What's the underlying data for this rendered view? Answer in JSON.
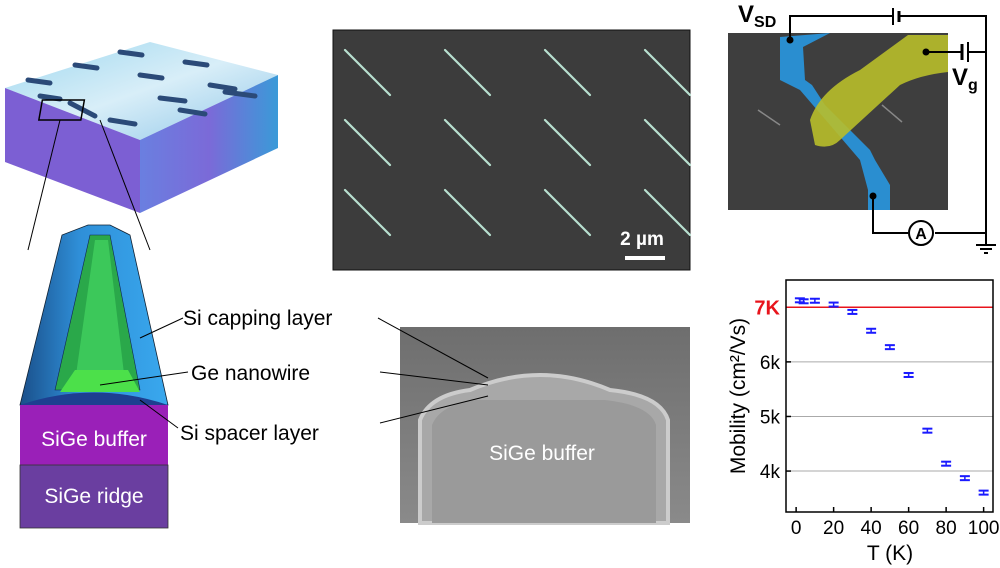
{
  "schematic": {
    "labels": {
      "capping": "Si capping layer",
      "nanowire": "Ge nanowire",
      "spacer": "Si spacer layer",
      "buffer": "SiGe buffer",
      "ridge": "SiGe ridge"
    }
  },
  "sem": {
    "scale_bar": "2 µm"
  },
  "tem": {
    "label": "SiGe buffer"
  },
  "circuit": {
    "vsd_main": "V",
    "vsd_sub": "SD",
    "vg_main": "V",
    "vg_sub": "g",
    "ammeter": "A"
  },
  "chart_data": {
    "type": "scatter",
    "xlabel": "T (K)",
    "ylabel": "Mobility (cm²/Vs)",
    "xlim": [
      -5.4,
      105
    ],
    "ylim": [
      3250,
      7500
    ],
    "xticks": [
      0,
      20,
      40,
      60,
      80,
      100
    ],
    "yticks": [
      {
        "value": 4000,
        "label": "4k"
      },
      {
        "value": 5000,
        "label": "5k"
      },
      {
        "value": 6000,
        "label": "6k"
      }
    ],
    "reference_line": {
      "value": 7000,
      "label": "7K",
      "color": "#e8141c"
    },
    "grid": "horizontal",
    "series": [
      {
        "name": "Mobility",
        "color": "#1a1aff",
        "x": [
          2,
          4,
          10,
          20,
          30,
          40,
          50,
          60,
          70,
          80,
          90,
          100
        ],
        "y": [
          7128,
          7110,
          7120,
          7050,
          6915,
          6570,
          6270,
          5760,
          4740,
          4135,
          3870,
          3605
        ],
        "err": [
          25,
          25,
          25,
          25,
          25,
          25,
          25,
          25,
          25,
          25,
          25,
          25
        ]
      }
    ]
  }
}
